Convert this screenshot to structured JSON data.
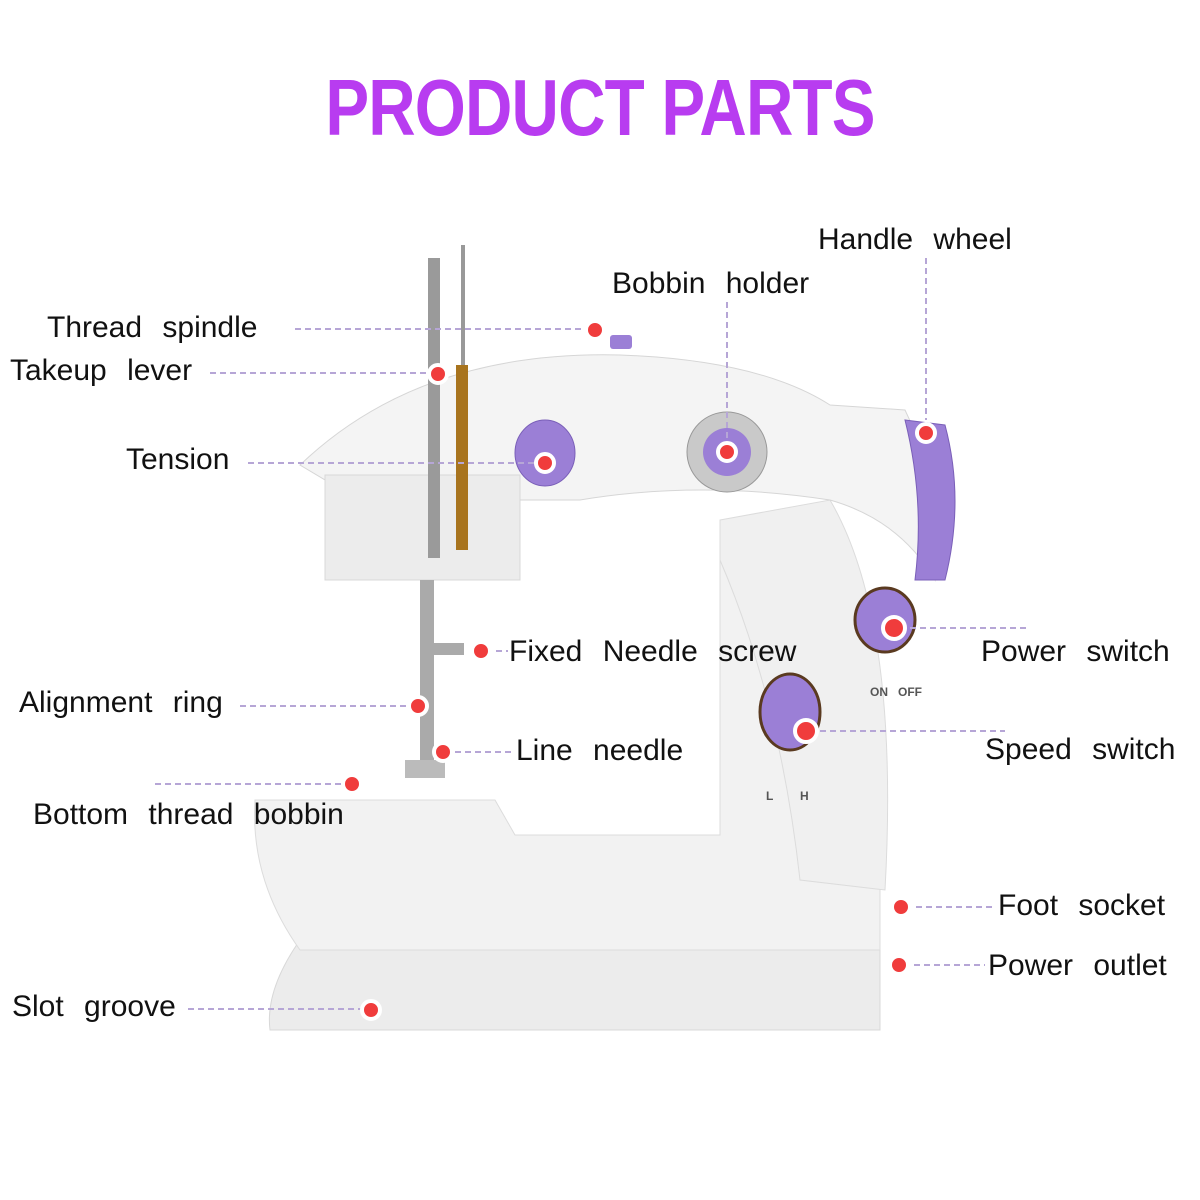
{
  "title": "PRODUCT PARTS",
  "colors": {
    "title": "#b83cf0",
    "dot": "#f03c3c",
    "leader": "#b6a6d6",
    "accent": "#9b7fd6",
    "body": "#efefef"
  },
  "parts": [
    {
      "id": "handle-wheel",
      "label": "Handle wheel"
    },
    {
      "id": "bobbin-holder",
      "label": "Bobbin holder"
    },
    {
      "id": "thread-spindle",
      "label": "Thread spindle"
    },
    {
      "id": "takeup-lever",
      "label": "Takeup lever"
    },
    {
      "id": "tension",
      "label": "Tension"
    },
    {
      "id": "fixed-needle-screw",
      "label": "Fixed Needle screw"
    },
    {
      "id": "alignment-ring",
      "label": "Alignment ring"
    },
    {
      "id": "line-needle",
      "label": "Line needle"
    },
    {
      "id": "bottom-thread-bobbin",
      "label": "Bottom thread bobbin"
    },
    {
      "id": "slot-groove",
      "label": "Slot groove"
    },
    {
      "id": "power-switch",
      "label": "Power switch"
    },
    {
      "id": "speed-switch",
      "label": "Speed switch"
    },
    {
      "id": "foot-socket",
      "label": "Foot socket"
    },
    {
      "id": "power-outlet",
      "label": "Power outlet"
    }
  ],
  "switch_marks": {
    "on": "ON",
    "off": "OFF",
    "low": "L",
    "high": "H"
  }
}
